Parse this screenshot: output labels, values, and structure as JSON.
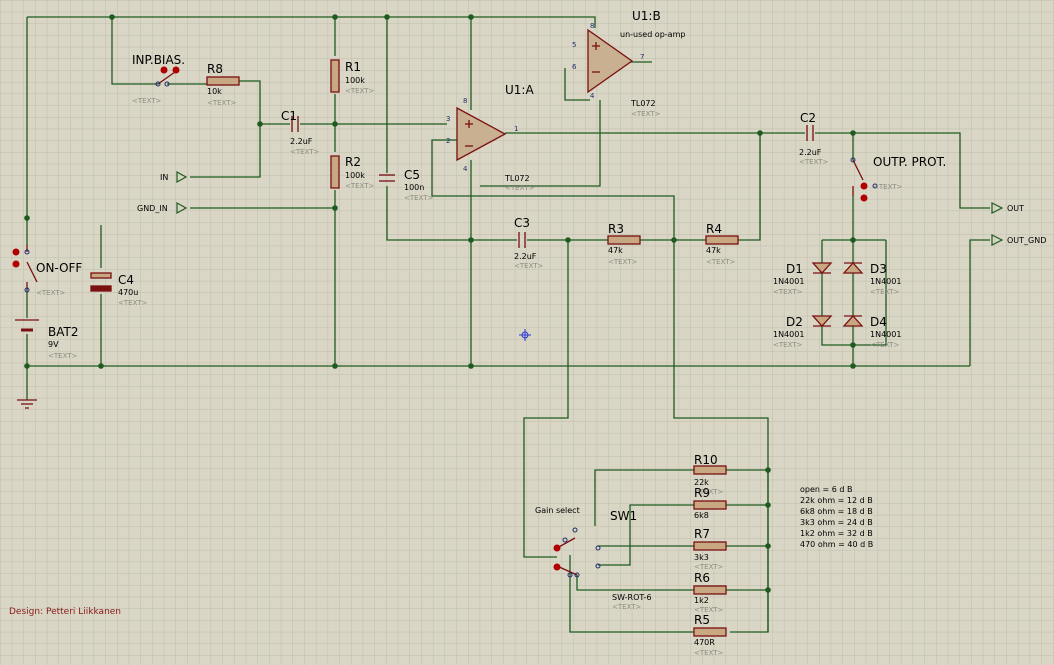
{
  "designer": "Design: Petteri Liikkanen",
  "unused_note": "un-used op-amp",
  "gain_title": "Gain select",
  "text_placeholder": "<TEXT>",
  "opamp_a": {
    "ref": "U1:A",
    "part": "TL072",
    "pins": {
      "plus": "3",
      "minus": "2",
      "out": "1",
      "vplus": "8",
      "vminus": "4"
    }
  },
  "opamp_b": {
    "ref": "U1:B",
    "part": "TL072",
    "pins": {
      "plus": "5",
      "minus": "6",
      "out": "7",
      "vplus": "8",
      "vminus": "4"
    }
  },
  "switches": {
    "inp_bias": "INP.BIAS.",
    "on_off": "ON-OFF",
    "outp_prot": "OUTP. PROT.",
    "sw1_ref": "SW1",
    "sw1_value": "SW-ROT-6"
  },
  "battery": {
    "ref": "BAT2",
    "value": "9V"
  },
  "components": {
    "R1": {
      "ref": "R1",
      "value": "100k"
    },
    "R2": {
      "ref": "R2",
      "value": "100k"
    },
    "R3": {
      "ref": "R3",
      "value": "47k"
    },
    "R4": {
      "ref": "R4",
      "value": "47k"
    },
    "R5": {
      "ref": "R5",
      "value": "470R"
    },
    "R6": {
      "ref": "R6",
      "value": "1k2"
    },
    "R7": {
      "ref": "R7",
      "value": "3k3"
    },
    "R8": {
      "ref": "R8",
      "value": "10k"
    },
    "R9": {
      "ref": "R9",
      "value": "6k8"
    },
    "R10": {
      "ref": "R10",
      "value": "22k"
    },
    "C1": {
      "ref": "C1",
      "value": "2.2uF"
    },
    "C2": {
      "ref": "C2",
      "value": "2.2uF"
    },
    "C3": {
      "ref": "C3",
      "value": "2.2uF"
    },
    "C4": {
      "ref": "C4",
      "value": "470u"
    },
    "C5": {
      "ref": "C5",
      "value": "100n"
    },
    "D1": {
      "ref": "D1",
      "value": "1N4001"
    },
    "D2": {
      "ref": "D2",
      "value": "1N4001"
    },
    "D3": {
      "ref": "D3",
      "value": "1N4001"
    },
    "D4": {
      "ref": "D4",
      "value": "1N4001"
    }
  },
  "terminals": {
    "in": "IN",
    "gnd_in": "GND_IN",
    "out": "OUT",
    "out_gnd": "OUT_GND"
  },
  "gain_table": [
    "open = 6 d B",
    "22k ohm = 12 d B",
    "6k8 ohm = 18 d B",
    "3k3 ohm = 24 d B",
    "1k2 ohm = 32 d B",
    "470 ohm = 40 d B"
  ],
  "colors": {
    "background": "#d9d6c6",
    "grid": "#bfbcab",
    "wire": "#1e5b1e",
    "component": "#7a1010",
    "body_fill": "#c8a882",
    "opamp_fill": "#c8b090",
    "label": "#000000",
    "muted": "#8c8c80",
    "pin": "#1e2e6e",
    "design_text": "#8b1a1a",
    "junction": "#1e5b1e",
    "switch_contact": "#b00000"
  }
}
